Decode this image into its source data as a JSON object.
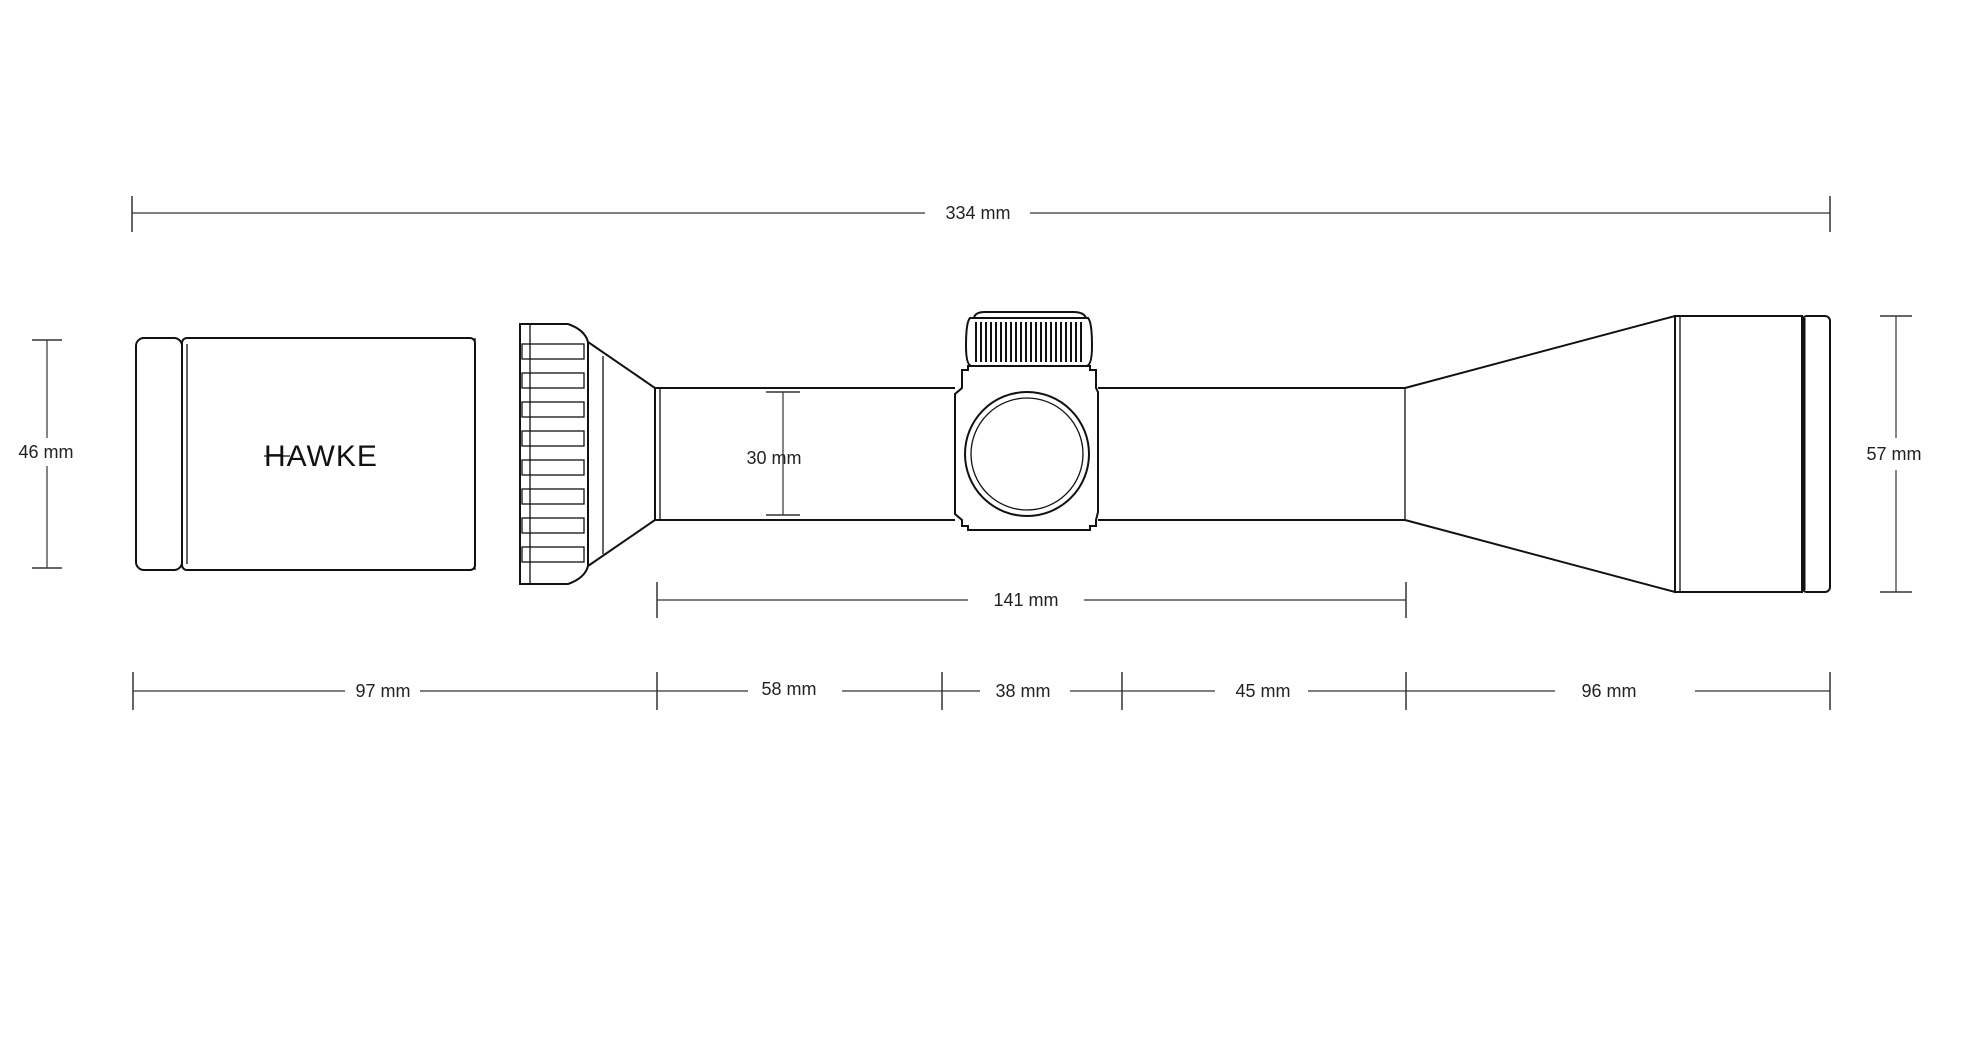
{
  "brand": "HAWKE",
  "dimensions": {
    "overall_length": "334 mm",
    "eyepiece_diameter": "46 mm",
    "tube_diameter": "30 mm",
    "objective_diameter": "57 mm",
    "mounting_length": "141 mm",
    "eyepiece_section": "97 mm",
    "front_tube_section": "58 mm",
    "turret_section": "38 mm",
    "rear_tube_section": "45 mm",
    "objective_section": "96 mm"
  },
  "colors": {
    "line": "#111111",
    "background": "#ffffff"
  }
}
